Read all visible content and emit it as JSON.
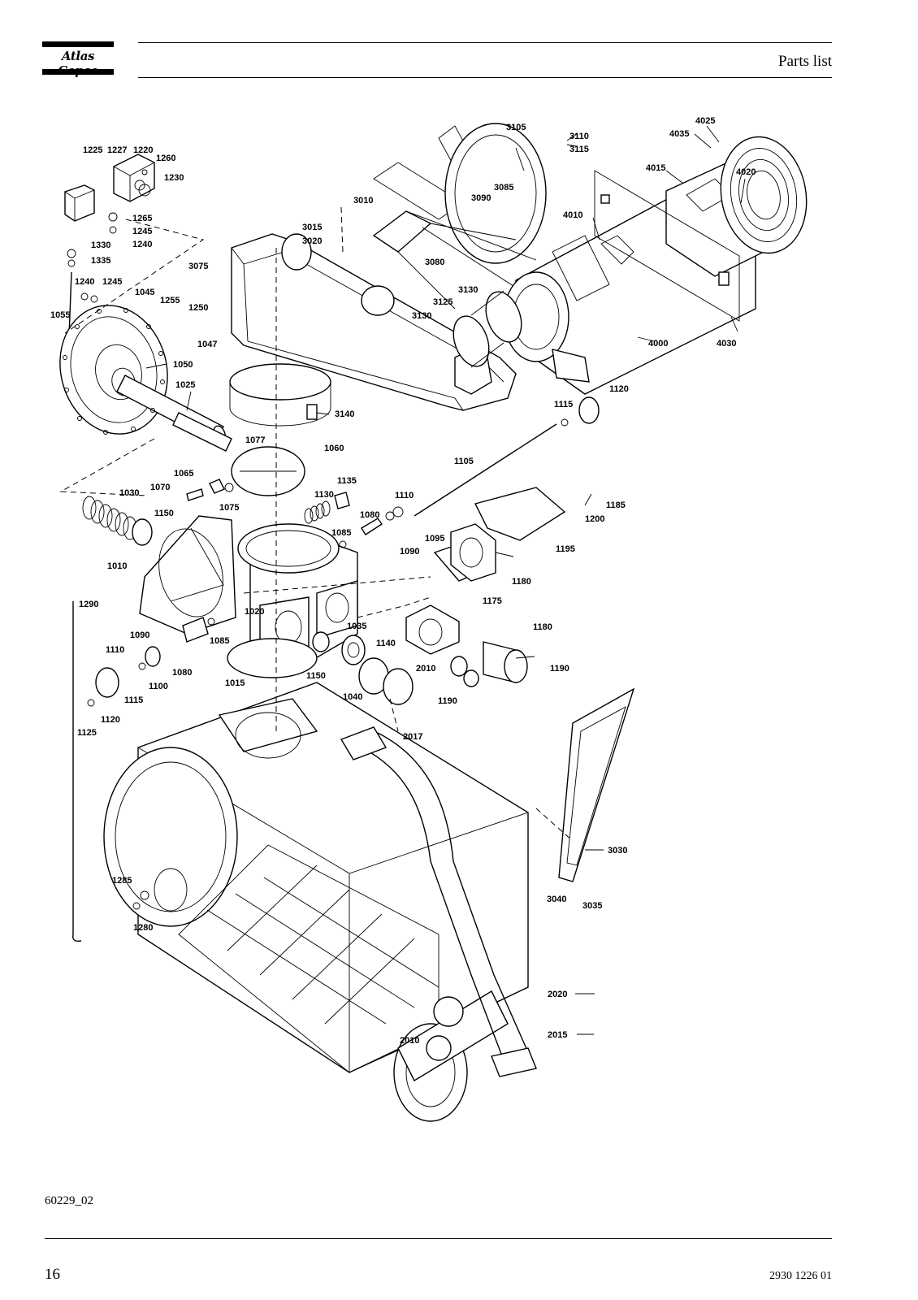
{
  "header": {
    "brand_logo": "Atlas Copco",
    "title": "Parts list"
  },
  "figure": {
    "reference": "60229_02",
    "labels": [
      "1225",
      "1227",
      "1220",
      "1260",
      "1230",
      "1265",
      "1245",
      "1240",
      "1330",
      "1335",
      "1240",
      "1245",
      "1045",
      "1055",
      "1255",
      "1250",
      "1047",
      "1050",
      "1025",
      "3075",
      "3015",
      "3020",
      "3010",
      "3105",
      "3110",
      "3115",
      "3085",
      "3090",
      "3080",
      "4025",
      "4035",
      "4015",
      "4020",
      "4010",
      "3130",
      "3125",
      "3130",
      "4000",
      "4030",
      "1120",
      "1115",
      "3140",
      "1077",
      "1060",
      "1065",
      "1070",
      "1075",
      "1135",
      "1130",
      "1105",
      "1110",
      "1080",
      "1085",
      "1090",
      "1095",
      "1185",
      "1200",
      "1195",
      "1030",
      "1150",
      "1010",
      "1020",
      "1180",
      "1175",
      "1290",
      "1090",
      "1110",
      "1080",
      "1085",
      "1100",
      "1115",
      "1120",
      "1125",
      "1035",
      "1140",
      "2010",
      "1180",
      "1190",
      "1190",
      "1015",
      "1150",
      "1040",
      "2017",
      "3030",
      "3040",
      "3035",
      "1285",
      "1280",
      "2020",
      "2015",
      "2010"
    ]
  },
  "footer": {
    "page_number": "16",
    "document_number": "2930 1226 01"
  }
}
